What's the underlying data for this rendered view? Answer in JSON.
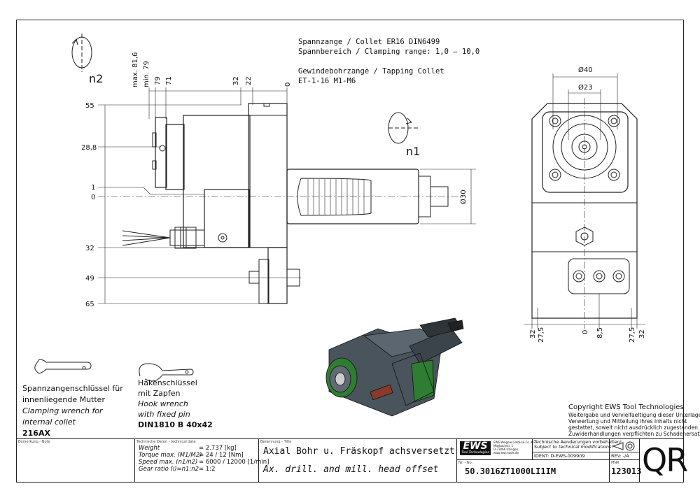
{
  "spec": {
    "collet_line": "Spannzange / Collet   ER16   DIN6499",
    "range_line": "Spannbereich / Clamping range: 1,0 – 10,0",
    "tapping_title": "Gewindebohrzange / Tapping Collet",
    "tapping_value": "ET-1-16  M1-M6"
  },
  "side_view": {
    "rotation_label": "n2",
    "top_dims": [
      "max. 81,6",
      "min. 79",
      "79",
      "71",
      "32",
      "22",
      "0"
    ],
    "left_dims": [
      "55",
      "28,8",
      "1",
      "0",
      "32",
      "49",
      "65"
    ],
    "diameter_label": "Ø30",
    "spindle_rotation_label": "n1"
  },
  "front_view": {
    "top_dims": [
      "Ø40",
      "Ø23"
    ],
    "bottom_dims": [
      "32",
      "27,5",
      "0",
      "8,5",
      "27,5",
      "32"
    ]
  },
  "wrenches": {
    "collet_wrench": {
      "de_1": "Spannzangenschlüssel für",
      "de_2": "innenliegende Mutter",
      "en_1": "Clamping wrench for",
      "en_2": "internal collet",
      "code": "216AX"
    },
    "hook_wrench": {
      "de_1": "Hakenschlüssel",
      "de_2": "mit Zapfen",
      "en_1": "Hook wrench",
      "en_2": "with fixed pin",
      "code": "DIN1810 B 40x42"
    }
  },
  "copyright": {
    "line1": "Copyright EWS Tool Technologies",
    "line2": "Weitergabe und Vervielfaeltigung dieser Unterlage,",
    "line3": "Verwertung und Mitteilung ihres Inhalts nicht",
    "line4": "gestattet, soweit nicht ausdrücklich zugestanden.",
    "line5": "Zuwiderhandlungen verpflichten zu Schadenersatz."
  },
  "title_block": {
    "remark_label": "Bemerkung - Note",
    "tech_label": "Technische Daten - technical data",
    "tech_rows": [
      {
        "label": "Weight",
        "value": "= 2.737 [kg]"
      },
      {
        "label": "Torque max. (M1/M2)",
        "value": "= 24 / 12 [Nm]"
      },
      {
        "label": "Speed max.  (n1/n2)",
        "value": "= 6000 / 12000 [1/min]"
      },
      {
        "label": "Gear ratio  (i)=n1:n2",
        "value": "= 1:2"
      }
    ],
    "title_label": "Benennung - Title",
    "title_de": "Axial Bohr u. Fräskopf achsversetzt",
    "title_en": "Ax. drill. and mill. head offset",
    "logo_text": "EWS",
    "logo_sub": "Tool Technologies",
    "company_lines": [
      "EWS Weigele GmbH & Co. KG",
      "Maybachstr. 1",
      "D-73066 Uhingen",
      "www.ews-tools.de"
    ],
    "number_label": "Nr. - No.",
    "part_number": "50.3016ZT1000LI1IM",
    "change_note_de": "Technische Aenderungen vorbehalten!",
    "change_note_en": "Subject to technical modifications!",
    "ident": "IDENT:  D-EWS-009909",
    "rev": "REV:  -/A",
    "mnr_label": "MNR",
    "mnr": "123013",
    "qr": "QR"
  }
}
